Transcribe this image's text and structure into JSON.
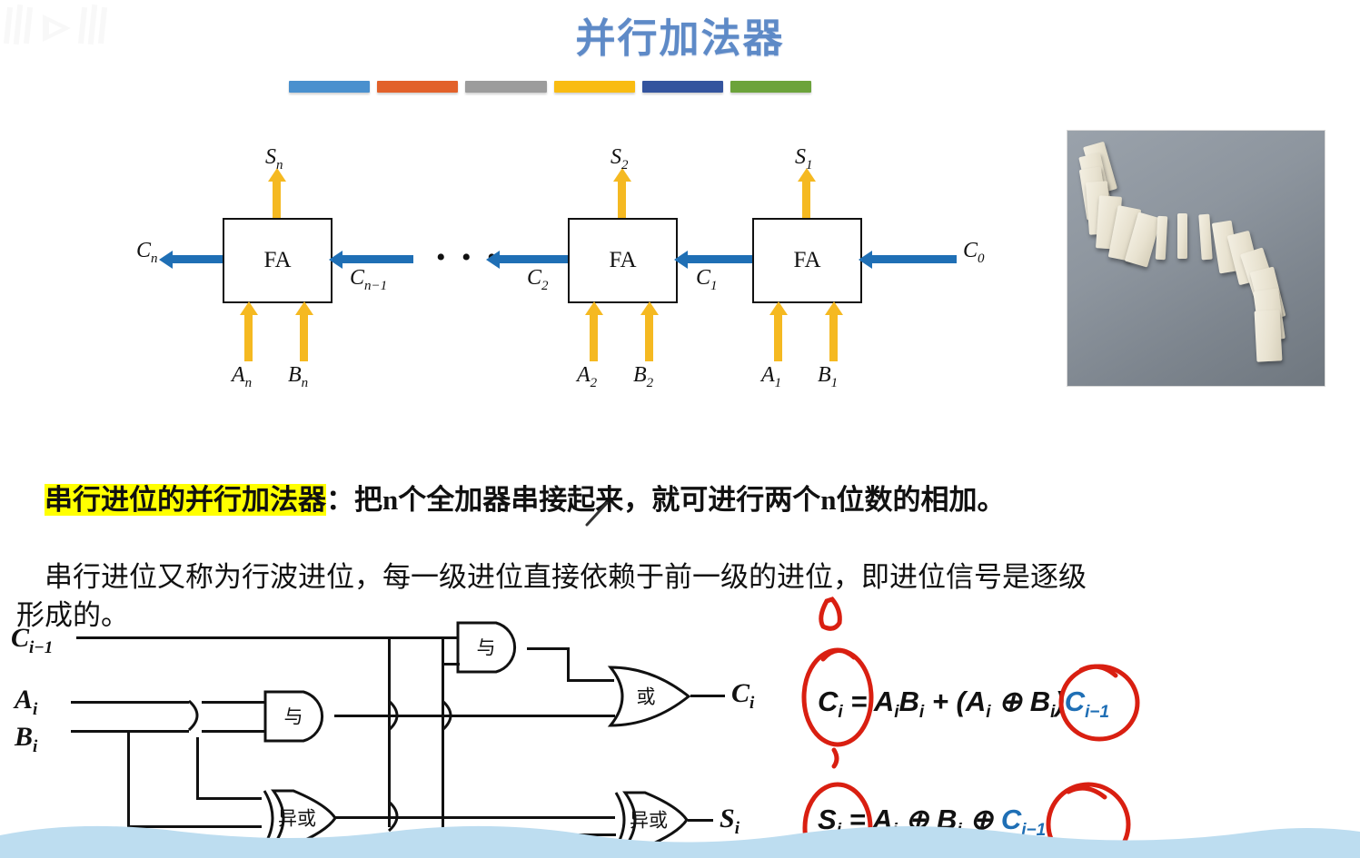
{
  "slide": {
    "title": "并行加法器",
    "title_color": "#5E8AC7",
    "watermark": "bilibili-watermark",
    "background": "#FFFFFF"
  },
  "accent_bars": [
    {
      "name": "bar-blue-light",
      "color": "#4A90CE"
    },
    {
      "name": "bar-orange",
      "color": "#E2612A"
    },
    {
      "name": "bar-gray",
      "color": "#9C9C9C"
    },
    {
      "name": "bar-amber",
      "color": "#F9BC12"
    },
    {
      "name": "bar-blue-dark",
      "color": "#34549E"
    },
    {
      "name": "bar-green",
      "color": "#6CA33B"
    }
  ],
  "block_diagram": {
    "block_label": "FA",
    "ellipsis": "• • •",
    "arrow_colors": {
      "sum_input": "#F5B921",
      "carry": "#1F6FB5"
    },
    "stages": [
      {
        "sum": "S",
        "sum_sub": "n",
        "carry_out": "C",
        "carry_out_sub": "n",
        "carry_in": "C",
        "carry_in_sub": "n−1",
        "a": "A",
        "a_sub": "n",
        "b": "B",
        "b_sub": "n"
      },
      {
        "sum": "S",
        "sum_sub": "2",
        "carry_out": "C",
        "carry_out_sub": "2",
        "carry_in": "C",
        "carry_in_sub": "1",
        "a": "A",
        "a_sub": "2",
        "b": "B",
        "b_sub": "2"
      },
      {
        "sum": "S",
        "sum_sub": "1",
        "carry_out": "C",
        "carry_out_sub": "1",
        "carry_in": "C",
        "carry_in_sub": "0",
        "a": "A",
        "a_sub": "1",
        "b": "B",
        "b_sub": "1"
      }
    ],
    "labels": {
      "s_n": "S",
      "s_n_sub": "n",
      "s_2": "S",
      "s_2_sub": "2",
      "s_1": "S",
      "s_1_sub": "1",
      "c_n": "C",
      "c_n_sub": "n",
      "c_n1": "C",
      "c_n1_sub": "n−1",
      "c_2": "C",
      "c_2_sub": "2",
      "c_1": "C",
      "c_1_sub": "1",
      "c_0": "C",
      "c_0_sub": "0",
      "a_n": "A",
      "a_n_sub": "n",
      "b_n": "B",
      "b_n_sub": "n",
      "a_2": "A",
      "a_2_sub": "2",
      "b_2": "B",
      "b_2_sub": "2",
      "a_1": "A",
      "a_1_sub": "1",
      "b_1": "B",
      "b_1_sub": "1"
    }
  },
  "photo": {
    "caption": "domino-chain-photo"
  },
  "body_text": {
    "line1_highlight": "串行进位的并行加法器",
    "line1_rest": "：把n个全加器串接起来，就可进行两个n位数的相加。",
    "paragraph2": "串行进位又称为行波进位，每一级进位直接依赖于前一级的进位，即进位信号是逐级形成的。"
  },
  "logic_diagram": {
    "inputs": [
      {
        "name": "C",
        "sub": "i−1"
      },
      {
        "name": "A",
        "sub": "i"
      },
      {
        "name": "B",
        "sub": "i"
      }
    ],
    "gates": [
      {
        "name": "and-gate-1",
        "label": "与"
      },
      {
        "name": "and-gate-2",
        "label": "与"
      },
      {
        "name": "or-gate",
        "label": "或"
      },
      {
        "name": "xor-gate-1",
        "label": "异或"
      },
      {
        "name": "xor-gate-2",
        "label": "异或"
      }
    ],
    "outputs": [
      {
        "name": "C",
        "sub": "i"
      },
      {
        "name": "S",
        "sub": "i"
      }
    ]
  },
  "formulas": {
    "carry": {
      "lhs": "C",
      "lhs_sub": "i",
      "text_before": " = A",
      "sub1": "i",
      "text2": "B",
      "sub2": "i",
      "text3": " + (A",
      "sub3": "i",
      "text4": " ⊕ B",
      "sub4": "i",
      "text5": ")",
      "highlight": "C",
      "highlight_sub": "i−1",
      "full": "Cᵢ = AᵢBᵢ + (Aᵢ ⊕ Bᵢ)Cᵢ₋₁"
    },
    "sum": {
      "lhs": "S",
      "lhs_sub": "i",
      "text_before": " = A",
      "sub1": "i",
      "text2": " ⊕ B",
      "sub2": "i",
      "text3": " ⊕ ",
      "highlight": "C",
      "highlight_sub": "i−1",
      "full": "Sᵢ = Aᵢ ⊕ Bᵢ ⊕ Cᵢ₋₁"
    },
    "ink_color": "#D91F11",
    "highlight_color": "#1F6FB5"
  },
  "decor": {
    "wave_color": "#BDDDF0"
  }
}
